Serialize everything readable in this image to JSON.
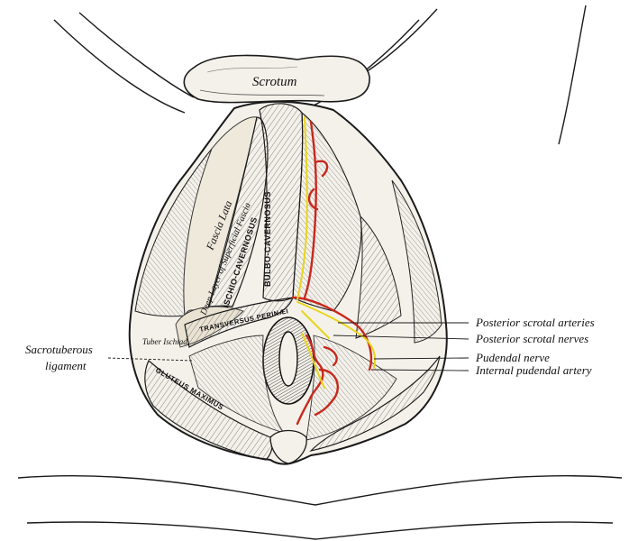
{
  "figure": {
    "colors": {
      "line": "#1a1a1a",
      "fill": "#f4f1ea",
      "artery": "#c8281e",
      "nerve": "#e8d51a"
    },
    "labels": {
      "scrotum": "Scrotum",
      "fascia_lata": "Fascia Lata",
      "deep_layer": "Deep Layer of Superficial Fascia",
      "ischio_cavernosus": "ISCHIO-CAVERNOSUS",
      "bulbo_cavernosus": "BULBO-CAVERNOSUS",
      "transversus_perinaei": "TRANSVERSUS PERINÆI",
      "tuber_ischiad": "Tuber Ischiad.",
      "gluteus_maximus": "GLUTEUS MAXIMUS",
      "sacrotuberous_ligament_1": "Sacrotuberous",
      "sacrotuberous_ligament_2": "ligament",
      "posterior_scrotal_arteries": "Posterior scrotal arteries",
      "posterior_scrotal_nerves": "Posterior scrotal nerves",
      "pudendal_nerve": "Pudendal nerve",
      "internal_pudendal_artery": "Internal pudendal artery"
    }
  }
}
